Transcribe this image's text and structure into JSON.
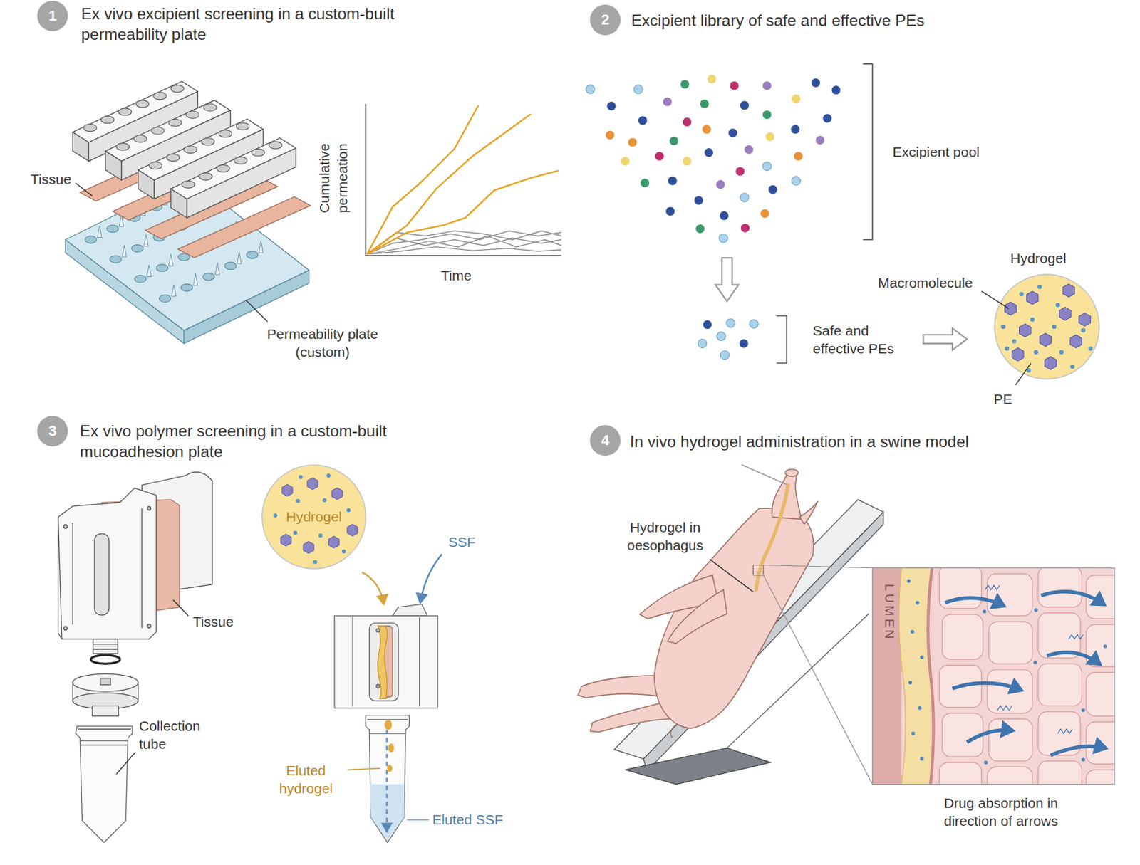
{
  "diagram": {
    "nodes": [
      {
        "text": [
          "1"
        ]
      },
      {
        "text": [
          "2"
        ]
      },
      {
        "text": [
          "3"
        ]
      },
      {
        "text": [
          "Hydrogel"
        ]
      },
      {
        "text": [
          "4"
        ]
      }
    ],
    "labels": [
      "Ex vivo excipient screening in a custom-built permeability plate",
      "Tissue",
      "Permeability plate (custom)",
      "Cumulative permeation",
      "Time",
      "Excipient library of safe and effective PEs",
      "Excipient pool",
      "Safe and effective PEs",
      "Hydrogel",
      "Macromolecule",
      "PE",
      "Ex vivo polymer screening in a custom-built mucoadhesion plate",
      "Tissue",
      "Collection tube",
      "SSF",
      "Eluted hydrogel",
      "Eluted SSF",
      "In vivo hydrogel administration in a swine model",
      "Hydrogel in oesophagus",
      "LUMEN",
      "Drug absorption in direction of arrows"
    ]
  }
}
